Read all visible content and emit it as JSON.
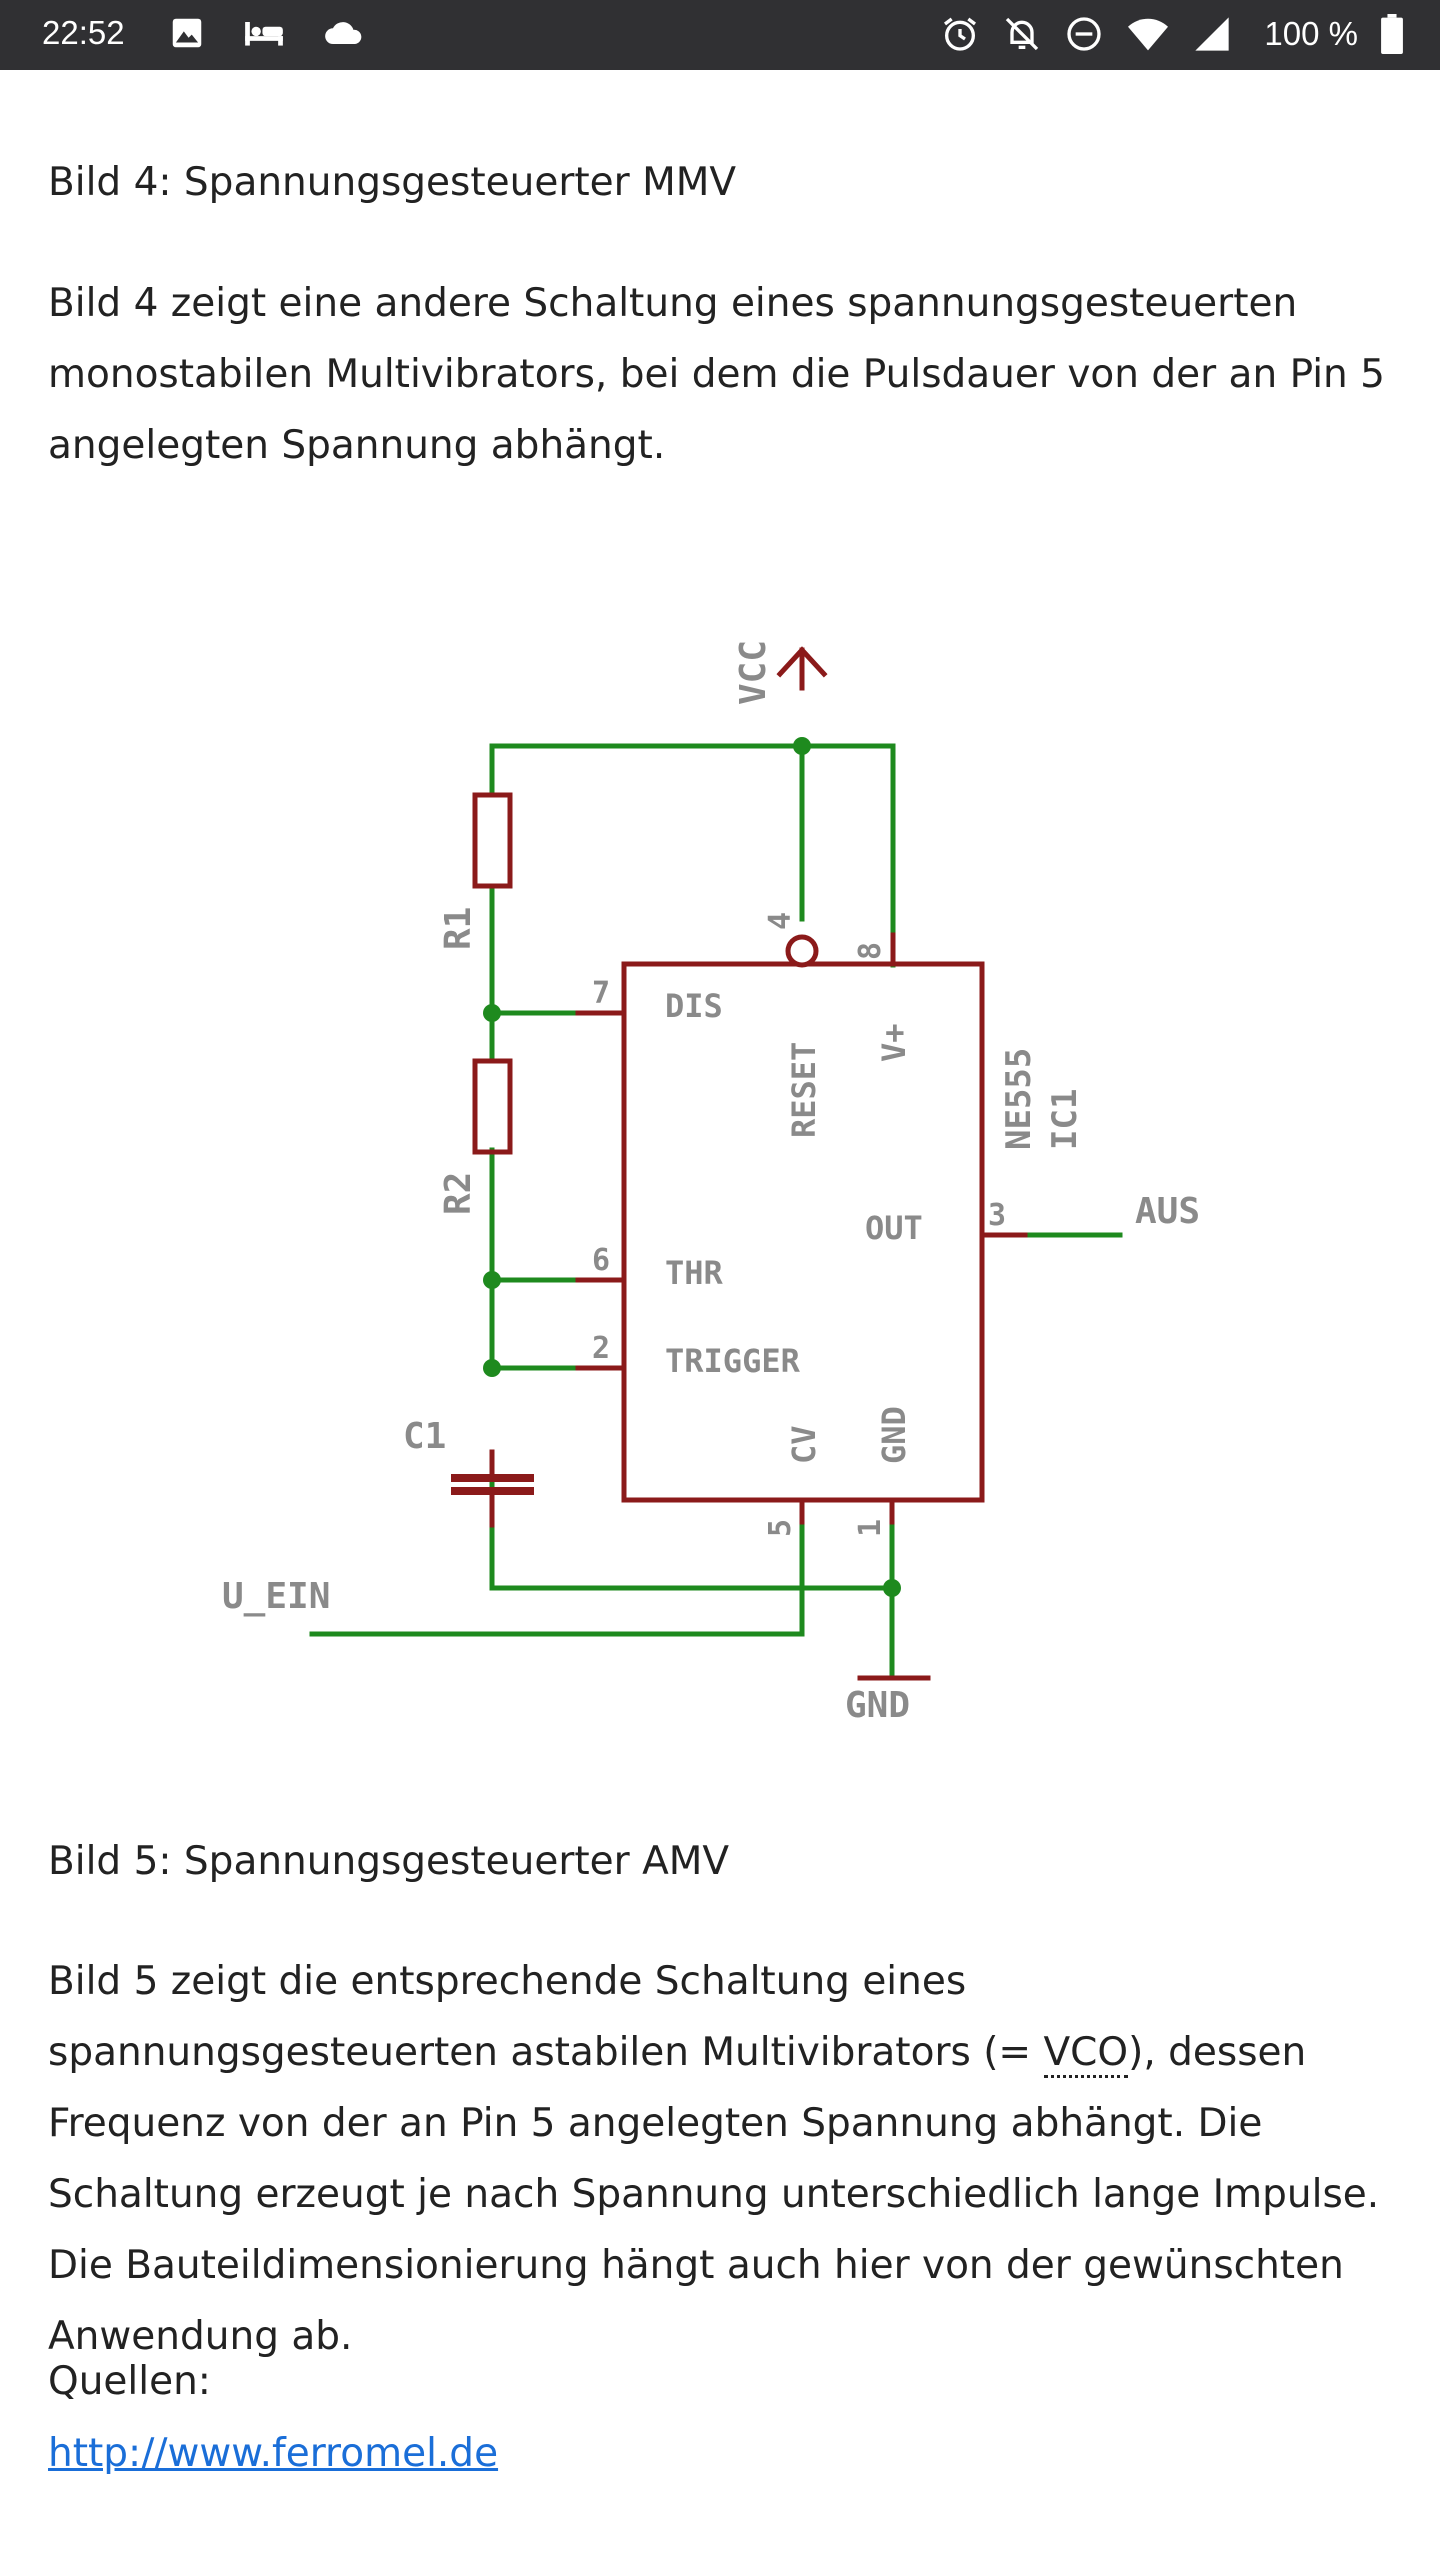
{
  "status_bar": {
    "time": "22:52",
    "left_icons": [
      "image-icon",
      "bed-icon",
      "cloud-icon"
    ],
    "right_icons": [
      "alarm-icon",
      "notifications-off-icon",
      "do-not-disturb-icon",
      "wifi-icon",
      "signal-icon"
    ],
    "battery_text": "100 %"
  },
  "article": {
    "caption4": "Bild 4: Spannungsgesteuerter MMV",
    "para4": "Bild 4 zeigt eine andere Schaltung eines spannungsgesteuerten monostabilen Multivibrators, bei dem die Pulsdauer von der an Pin 5 angelegten Spannung abhängt.",
    "caption5": "Bild 5: Spannungsgesteuerter AMV",
    "para5_before": "Bild 5 zeigt die entsprechende Schaltung eines spannungsgesteuerten astabilen Multivibrators (= ",
    "para5_abbr": "VCO",
    "para5_after": "), dessen Frequenz von der an Pin 5 angelegten Spannung abhängt. Die Schaltung erzeugt je nach Spannung unterschiedlich lange Impulse. Die Bauteildimensionierung hängt auch hier von der gewünschten Anwendung ab.",
    "sources_label": "Quellen:",
    "source_link": "http://www.ferromel.de"
  },
  "schematic": {
    "vcc": "VCC",
    "r1": "R1",
    "r2": "R2",
    "c1": "C1",
    "u_ein": "U_EIN",
    "gnd": "GND",
    "aus": "AUS",
    "ic_name": "NE555",
    "ic_ref": "IC1",
    "pin_dis": "DIS",
    "pin_thr": "THR",
    "pin_trigger": "TRIGGER",
    "pin_out": "OUT",
    "pin_reset": "RESET",
    "pin_vplus": "V+",
    "pin_cv": "CV",
    "pin_gnd": "GND",
    "pin7": "7",
    "pin6": "6",
    "pin2": "2",
    "pin3": "3",
    "pin4": "4",
    "pin8": "8",
    "pin5": "5",
    "pin1": "1",
    "colors": {
      "wire": "#1e8a1e",
      "component": "#8b1a1a",
      "label": "#8a8a8a"
    }
  }
}
